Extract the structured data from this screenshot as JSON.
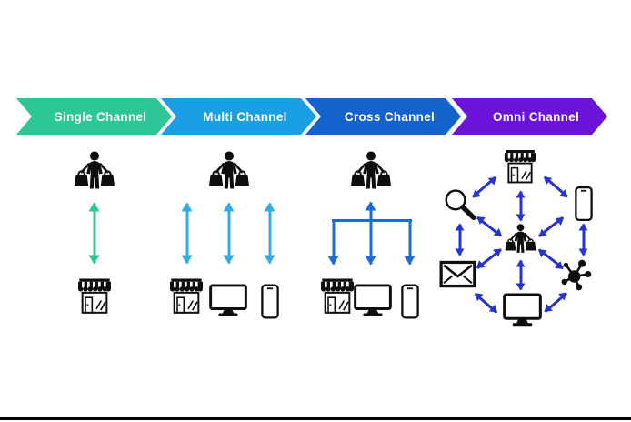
{
  "banners": [
    {
      "label": "Single Channel"
    },
    {
      "label": "Multi Channel"
    },
    {
      "label": "Cross Channel"
    },
    {
      "label": "Omni Channel"
    }
  ],
  "colors": {
    "banner-single": "#2cc795",
    "banner-multi": "#189fe4",
    "banner-cross": "#1463cd",
    "banner-omni": "#6c13d9",
    "arrow-single": "#2cc795",
    "arrow-multi": "#33ace4",
    "arrow-cross": "#1d6bd3",
    "arrow-omni": "#2633cc",
    "icon-black": "#0e0e0e",
    "bottom-bar": "#000000"
  },
  "icons": {
    "shopper": "person-with-shopping-bags",
    "store": "storefront",
    "monitor": "desktop-computer",
    "phone": "smartphone",
    "magnifier": "search",
    "envelope": "email",
    "network": "connected-network"
  },
  "columns": [
    {
      "name": "single-channel",
      "touchpoints": [
        "store"
      ]
    },
    {
      "name": "multi-channel",
      "touchpoints": [
        "store",
        "monitor",
        "phone"
      ]
    },
    {
      "name": "cross-channel",
      "touchpoints": [
        "store",
        "monitor",
        "phone"
      ]
    },
    {
      "name": "omni-channel",
      "touchpoints": [
        "store",
        "phone",
        "network",
        "monitor",
        "envelope",
        "magnifier"
      ]
    }
  ]
}
